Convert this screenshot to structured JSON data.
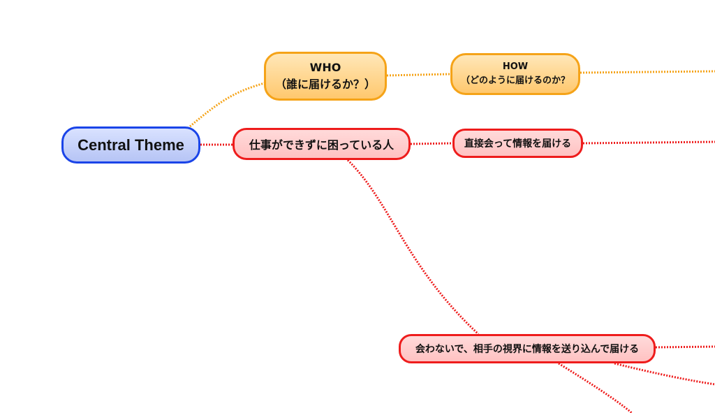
{
  "mindmap": {
    "central": {
      "label": "Central Theme",
      "color": "#1a44e8"
    },
    "who": {
      "line1": "WHO",
      "line2": "（誰に届けるか？）",
      "color": "#f5a318"
    },
    "how": {
      "line1": "HOW",
      "line2": "（どのように届けるのか？",
      "color": "#f5a318"
    },
    "target": {
      "label": "仕事ができずに困っている人",
      "color": "#ee1c1c"
    },
    "method_direct": {
      "label": "直接会って情報を届ける",
      "color": "#ee1c1c"
    },
    "method_remote": {
      "label": "会わないで、相手の視界に情報を送り込んで届ける",
      "color": "#ee1c1c"
    }
  }
}
